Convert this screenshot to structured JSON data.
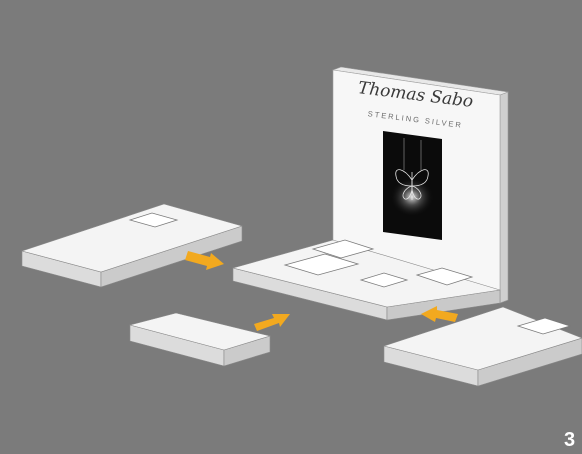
{
  "brand": {
    "logo_text": "Thomas Sabo",
    "subtitle": "STERLING SILVER"
  },
  "step_number": "3",
  "colors": {
    "background": "#7b7b7b",
    "panel_top": "#f4f4f4",
    "panel_side": "#d9d9d9",
    "panel_edge": "#8a8a8a",
    "arrow": "#f2a91f",
    "poster": "#0b0b0b"
  },
  "icons": {
    "arrow": "orange-arrow-icon",
    "butterfly": "butterfly-pendant-icon"
  }
}
